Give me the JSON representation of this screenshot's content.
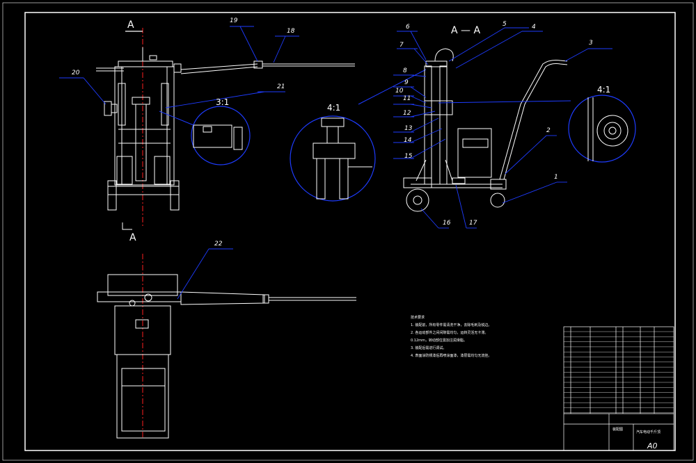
{
  "colors": {
    "background": "#000000",
    "lines": "#ffffff",
    "leaders": "#1e3cff",
    "center_line": "#ff0000",
    "detail_circles": "#1e3cff",
    "part_labels": "#ffffff"
  },
  "views": {
    "section_a_top": "A",
    "section_a_bottom": "A",
    "section_aa_title": "A — A"
  },
  "details": {
    "detail_left_scale": "3:1",
    "detail_mid_scale": "4:1",
    "detail_right_scale": "4:1"
  },
  "part_numbers": [
    "1",
    "2",
    "3",
    "4",
    "5",
    "6",
    "7",
    "8",
    "9",
    "10",
    "11",
    "12",
    "13",
    "14",
    "15",
    "16",
    "17",
    "18",
    "19",
    "20",
    "21",
    "22"
  ],
  "notes": {
    "heading": "技术要求",
    "lines": [
      "1. 装配前，所有零件需清洗干净，去除毛刺及锐边。",
      "2. 各运动部件之间间隙需均匀，运转灵活无卡滞。",
      "   0.12mm，转动部位需加注润滑脂。",
      "3. 装配后需进行调试。",
      "4. 表面涂防锈漆后再喷涂面漆，漆层需均匀无流挂。"
    ]
  },
  "title_block": {
    "drawing_name": "汽车电动千斤顶",
    "sheet_size": "A0",
    "company": "装配图"
  }
}
